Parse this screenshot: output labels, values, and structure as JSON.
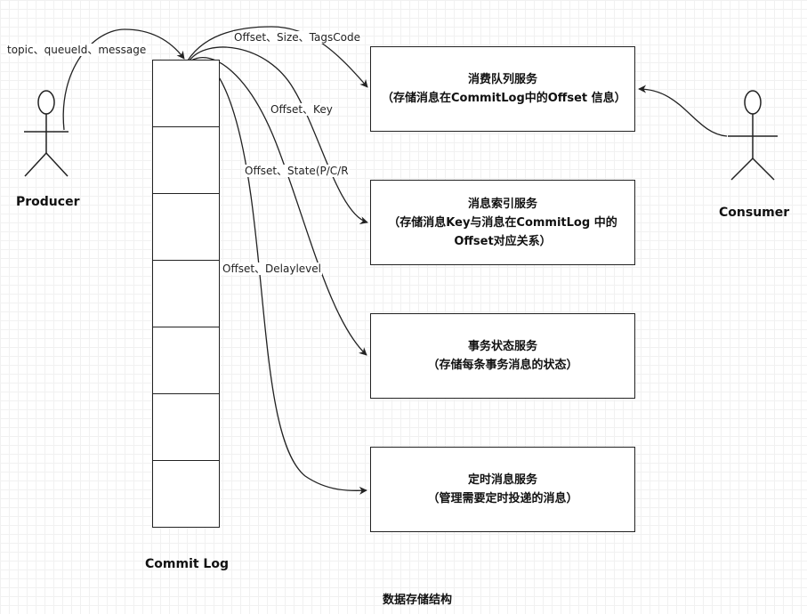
{
  "actors": {
    "producer": {
      "name": "Producer"
    },
    "consumer": {
      "name": "Consumer"
    }
  },
  "commit_log": {
    "title": "Commit Log",
    "cell_count": 7
  },
  "services": [
    {
      "title": "消费队列服务",
      "description": "（存储消息在CommitLog中的Offset 信息）"
    },
    {
      "title": "消息索引服务",
      "description": "（存储消息Key与消息在CommitLog 中的Offset对应关系）"
    },
    {
      "title": "事务状态服务",
      "description": "（存储每条事务消息的状态）"
    },
    {
      "title": "定时消息服务",
      "description": "（管理需要定时投递的消息）"
    }
  ],
  "edges": {
    "producer_to_commitlog": "topic、queueId、message",
    "to_consume_queue": "Offset、Size、TagsCode",
    "to_index": "Offset、Key",
    "to_transaction": "Offset、State(P/C/R",
    "to_schedule": "Offset、Delaylevel"
  },
  "caption": "数据存储结构",
  "colors": {
    "line": "#222222",
    "grid": "#f1f1f1"
  }
}
